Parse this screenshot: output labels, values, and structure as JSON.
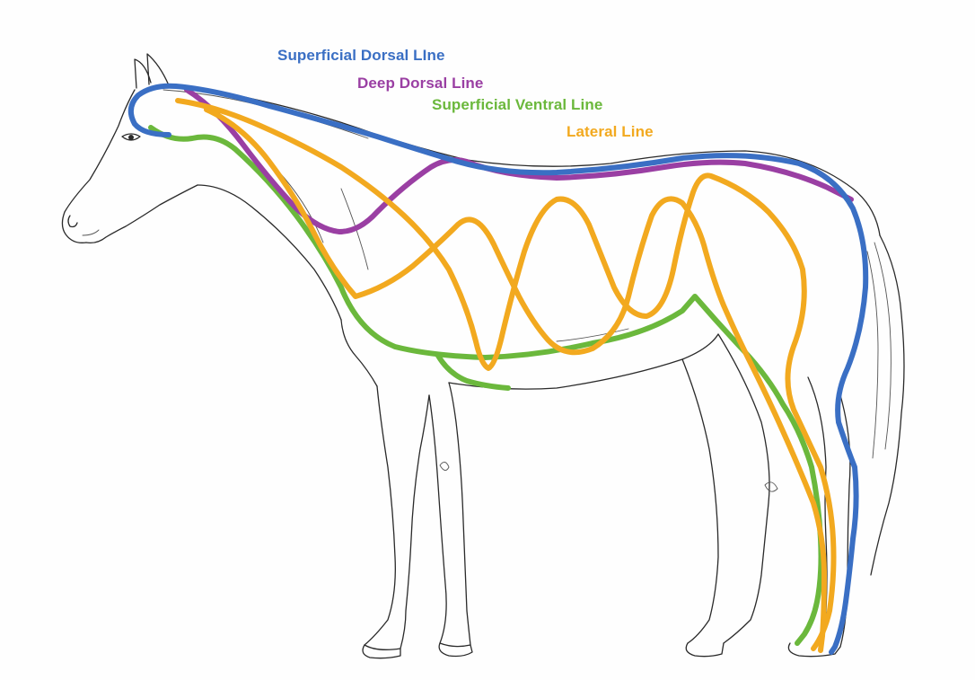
{
  "diagram": {
    "subject": "horse-fascial-lines",
    "lines": [
      {
        "id": "superficial-dorsal-line",
        "label": "Superficial Dorsal LIne",
        "color": "#3a6fc4"
      },
      {
        "id": "deep-dorsal-line",
        "label": "Deep Dorsal Line",
        "color": "#9a3fa3"
      },
      {
        "id": "superficial-ventral-line",
        "label": "Superficial Ventral Line",
        "color": "#6bb83c"
      },
      {
        "id": "lateral-line",
        "label": "Lateral Line",
        "color": "#f2a91f"
      }
    ]
  }
}
